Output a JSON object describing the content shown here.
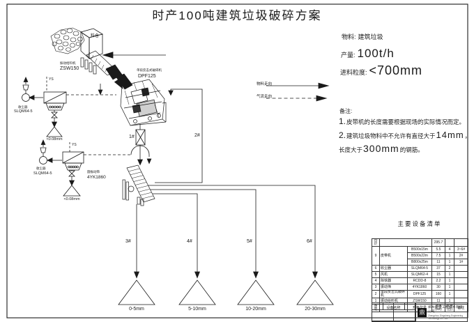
{
  "title": "时产100吨建筑垃圾破碎方案",
  "legend": {
    "material_flow": "物料走向",
    "air_flow": "气流走向"
  },
  "specs": {
    "material_label": "物料:",
    "material_value": "建筑垃圾",
    "capacity_label": "产量:",
    "capacity_value": "100t/h",
    "feed_label": "进料粒度:",
    "feed_value": "<700mm"
  },
  "notes": {
    "heading": "备注:",
    "n1_num": "1.",
    "n1": "皮带机的长度需要根据现场的实际情况而定。",
    "n2_num": "2.",
    "n2a": "建筑垃圾物料中不允许有直径大于",
    "n2b": "14mm",
    "n2c": "，",
    "n3a": "长度大于",
    "n3b": "300mm",
    "n3c": "的钢筋。"
  },
  "equipment": {
    "hopper": "料仓",
    "feeder_name": "振动给料机",
    "feeder_model": "ZSW150",
    "crusher_name": "单段反击式破碎机",
    "crusher_model": "DPF125",
    "screen_name": "圆振动筛",
    "screen_model": "4YK1860",
    "collector1_name": "收尘器",
    "collector1_model": "SLQM64-5",
    "collector2_name": "收尘器",
    "collector2_model": "SLQM64-5",
    "fines1": "<0.08mm",
    "fines2": "<0.08mm",
    "ys1": "YS",
    "ys2": "YS"
  },
  "belts": {
    "b1": "1#",
    "b2": "2#",
    "b3": "3#",
    "b4": "4#",
    "b5": "5#",
    "b6": "6#"
  },
  "products": [
    "0-5mm",
    "5-10mm",
    "10-20mm",
    "20-30mm"
  ],
  "table": {
    "title": "主要设备清单",
    "total_label": "合计",
    "total_value": "295.7",
    "headers": [
      "序号",
      "设备名称",
      "规格型号",
      "功率(kw)",
      "数量(台)",
      "备注"
    ],
    "rows": [
      {
        "no": "9",
        "name": "皮带机",
        "model": "B500x15m",
        "power": "5.5",
        "qty": "4",
        "remark": "3~6#"
      },
      {
        "no": "",
        "name": "",
        "model": "B500x22m",
        "power": "7.5",
        "qty": "1",
        "remark": "2#"
      },
      {
        "no": "",
        "name": "",
        "model": "B800x25m",
        "power": "11",
        "qty": "1",
        "remark": "1#"
      },
      {
        "no": "6",
        "name": "收尘器",
        "model": "SLQM64-5",
        "power": "37",
        "qty": "2",
        "remark": ""
      },
      {
        "no": "5",
        "name": "风机",
        "model": "SLQM62-4",
        "power": "15",
        "qty": "1",
        "remark": ""
      },
      {
        "no": "4",
        "name": "除铁器",
        "model": "RCDD-8",
        "power": "2.2",
        "qty": "1",
        "remark": ""
      },
      {
        "no": "3",
        "name": "振动筛",
        "model": "4YK1860",
        "power": "30",
        "qty": "1",
        "remark": ""
      },
      {
        "no": "2",
        "name": "单段反击式破碎机",
        "model": "DPF125",
        "power": "160",
        "qty": "1",
        "remark": ""
      },
      {
        "no": "1",
        "name": "振动给料机",
        "model": "ZSW150",
        "power": "11",
        "qty": "1",
        "remark": ""
      }
    ]
  },
  "titleblock": {
    "logo_glyph": "鼎",
    "company_cn": "郑州鼎盛工程技术有限公司",
    "company_en": "Zhengzhou Dingsheng Engineering Technology Co., Ltd."
  }
}
